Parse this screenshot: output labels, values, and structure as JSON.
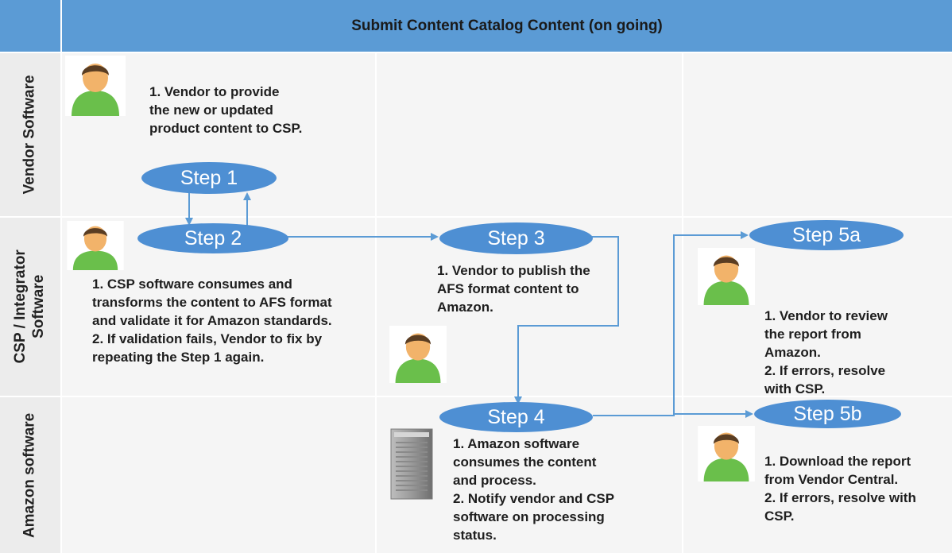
{
  "header": {
    "title": "Submit Content Catalog Content (on going)"
  },
  "lanes": [
    {
      "id": "vendor",
      "label": "Vendor Software"
    },
    {
      "id": "csp",
      "label_line1": "CSP / Integrator",
      "label_line2": "Software"
    },
    {
      "id": "amazon",
      "label": "Amazon software"
    }
  ],
  "steps": {
    "s1": "Step 1",
    "s2": "Step 2",
    "s3": "Step 3",
    "s4": "Step 4",
    "s5a": "Step 5a",
    "s5b": "Step 5b"
  },
  "notes": {
    "step1": [
      "1. Vendor to provide",
      "the new or updated",
      "product content to CSP."
    ],
    "step2": [
      "1. CSP software consumes and",
      "transforms the content to AFS format",
      "and validate it for Amazon standards.",
      "2. If validation fails, Vendor to fix by",
      "repeating the Step 1 again."
    ],
    "step3": [
      "1. Vendor to publish the",
      "AFS format content to",
      "Amazon."
    ],
    "step4": [
      "1. Amazon software",
      "consumes the content",
      "and process.",
      "2. Notify vendor and CSP",
      "software on processing",
      "status."
    ],
    "step5a": [
      "1.  Vendor to review",
      "     the report from",
      "     Amazon.",
      "2.  If errors, resolve",
      "     with CSP."
    ],
    "step5b": [
      "1. Download the report",
      "from Vendor Central.",
      "2. If errors, resolve with",
      "CSP."
    ]
  },
  "colors": {
    "header": "#5b9bd5",
    "step_fill": "#4e8fd3",
    "arrow": "#5b9bd5",
    "person_body": "#6abf4b",
    "person_head": "#f2b36a"
  },
  "icons": [
    "person-icon",
    "server-icon"
  ]
}
